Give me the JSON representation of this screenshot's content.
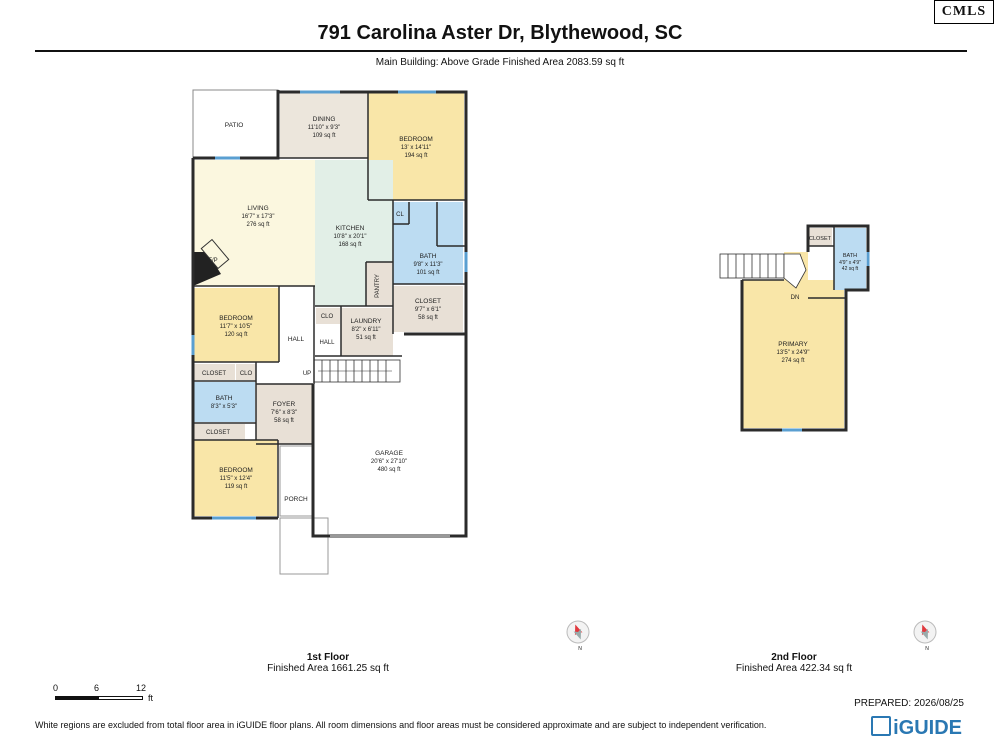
{
  "header": {
    "address": "791 Carolina Aster Dr, Blythewood, SC",
    "summary": "Main Building: Above Grade Finished Area 2083.59 sq ft",
    "logo_text": "CMLS"
  },
  "rooms": {
    "patio": {
      "name": "PATIO"
    },
    "dining": {
      "name": "DINING",
      "dim": "11'10\" x 9'3\"",
      "area": "109 sq ft"
    },
    "bedroom1": {
      "name": "BEDROOM",
      "dim": "13' x 14'11\"",
      "area": "194 sq ft"
    },
    "living": {
      "name": "LIVING",
      "dim": "16'7\" x 17'3\"",
      "area": "276 sq ft"
    },
    "kitchen": {
      "name": "KITCHEN",
      "dim": "10'8\" x 20'1\"",
      "area": "168 sq ft"
    },
    "cl": {
      "name": "CL"
    },
    "bath1": {
      "name": "BATH",
      "dim": "9'8\" x 11'3\"",
      "area": "101 sq ft"
    },
    "fp": {
      "name": "F/P"
    },
    "pantry": {
      "name": "PANTRY"
    },
    "closet1": {
      "name": "CLOSET",
      "dim": "9'7\" x 6'1\"",
      "area": "58 sq ft"
    },
    "bedroom2": {
      "name": "BEDROOM",
      "dim": "11'7\" x 10'5\"",
      "area": "120 sq ft"
    },
    "clo1": {
      "name": "CLO"
    },
    "laundry": {
      "name": "LAUNDRY",
      "dim": "8'2\" x 6'11\"",
      "area": "51 sq ft"
    },
    "hall1": {
      "name": "HALL"
    },
    "hall2": {
      "name": "HALL"
    },
    "up": {
      "name": "UP"
    },
    "closet2": {
      "name": "CLOSET"
    },
    "clo2": {
      "name": "CLO"
    },
    "bath2": {
      "name": "BATH",
      "dim": "8'3\" x 5'3\""
    },
    "foyer": {
      "name": "FOYER",
      "dim": "7'6\" x 8'3\"",
      "area": "58 sq ft"
    },
    "closet3": {
      "name": "CLOSET"
    },
    "garage": {
      "name": "GARAGE",
      "dim": "20'6\" x 27'10\"",
      "area": "480 sq ft"
    },
    "bedroom3": {
      "name": "BEDROOM",
      "dim": "11'5\" x 12'4\"",
      "area": "119 sq ft"
    },
    "porch": {
      "name": "PORCH"
    },
    "closet4": {
      "name": "CLOSET"
    },
    "bath3": {
      "name": "BATH",
      "dim": "4'9\" x 4'9\"",
      "area": "42 sq ft"
    },
    "dn": {
      "name": "DN"
    },
    "primary": {
      "name": "PRIMARY",
      "dim": "13'5\" x 24'9\"",
      "area": "274 sq ft"
    }
  },
  "floors": {
    "first": {
      "name": "1st Floor",
      "area": "Finished Area 1661.25 sq ft"
    },
    "second": {
      "name": "2nd Floor",
      "area": "Finished Area 422.34 sq ft"
    }
  },
  "scale": {
    "ticks": [
      "0",
      "6",
      "12"
    ],
    "unit": "ft"
  },
  "compass_letter": "N",
  "prepared": "PREPARED: 2026/08/25",
  "footer": "White regions are excluded from total floor area in iGUIDE floor plans. All room dimensions and floor areas must be considered approximate and are subject to independent verification.",
  "brand": "iGUIDE",
  "colors": {
    "bedroom": "#f9e6a8",
    "living": "#fbf7df",
    "kitchen": "#e2efe7",
    "bath": "#bcdcf2",
    "closet": "#e8e0d6",
    "dining": "#ece6dc",
    "hall": "#ffffff",
    "garage": "#ffffff",
    "wall": "#2b2b2b",
    "window": "#5a9fd1"
  }
}
